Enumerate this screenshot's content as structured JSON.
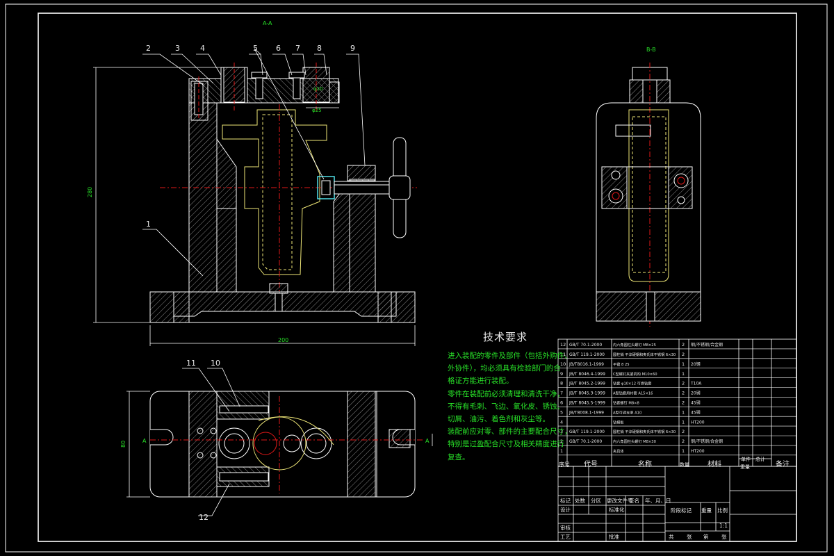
{
  "drawing": {
    "section_aa": "A-A",
    "section_bb": "B-B",
    "section_a_marker": "A",
    "balloons_top": [
      "2",
      "3",
      "4",
      "5",
      "6",
      "7",
      "8",
      "9"
    ],
    "balloon_1": "1",
    "balloons_plan": [
      "11",
      "10",
      "12"
    ],
    "dim_width": "200",
    "dim_height": "280",
    "dim_plan": "80",
    "dim_small_1": "φ10",
    "dim_small_2": "φ25"
  },
  "tech": {
    "title": "技术要求",
    "lines": [
      "进入装配的零件及部件（包括外购件、",
      "外协件），均必须具有检验部门的合",
      "格证方能进行装配。",
      "零件在装配前必须清理和清洗干净，",
      "不得有毛刺、飞边、氧化皮、锈蚀、",
      "切屑、油污、着色剂和灰尘等。",
      "装配前应对零、部件的主要配合尺寸，",
      "特别是过盈配合尺寸及相关精度进行",
      "复查。"
    ]
  },
  "bom": {
    "rows": [
      {
        "no": "12",
        "code": "GB/T 70.1-2000",
        "name": "内六角圆柱头螺钉 M8×25",
        "qty": "2",
        "mat": "钢/不锈钢/合金钢"
      },
      {
        "no": "11",
        "code": "GB/T 119.1-2000",
        "name": "圆柱销 不淬硬钢和奥氏体不锈钢 6×30",
        "qty": "2",
        "mat": ""
      },
      {
        "no": "10",
        "code": "JB/T8016.1-1999",
        "name": "平键 8 25",
        "qty": "1",
        "mat": "20钢"
      },
      {
        "no": "9",
        "code": "JB/T 8046.4-1999",
        "name": "C型螺钉夹紧机构 M10×60",
        "qty": "1",
        "mat": ""
      },
      {
        "no": "8",
        "code": "JB/T 8045.2-1999",
        "name": "钻套 φ10×12 可换钻套",
        "qty": "2",
        "mat": "T10A"
      },
      {
        "no": "7",
        "code": "JB/T 8045.3-1999",
        "name": "A型钻套用衬套 A15×16",
        "qty": "2",
        "mat": "20钢"
      },
      {
        "no": "6",
        "code": "JB/T 8045.5-1999",
        "name": "钻套螺钉 M8×8",
        "qty": "2",
        "mat": "45钢"
      },
      {
        "no": "5",
        "code": "JB/T8008.1-1999",
        "name": "A型可调支承 A10",
        "qty": "1",
        "mat": "45钢"
      },
      {
        "no": "4",
        "code": "",
        "name": "钻模板",
        "qty": "1",
        "mat": "HT200"
      },
      {
        "no": "3",
        "code": "GB/T 119.1-2000",
        "name": "圆柱销 不淬硬钢和奥氏体不锈钢 6×30",
        "qty": "2",
        "mat": ""
      },
      {
        "no": "2",
        "code": "GB/T 70.1-2000",
        "name": "内六角圆柱头螺钉 M8×30",
        "qty": "2",
        "mat": "钢/不锈钢/合金钢"
      },
      {
        "no": "1",
        "code": "",
        "name": "夹具体",
        "qty": "1",
        "mat": "HT200"
      }
    ],
    "header": {
      "no": "序号",
      "code": "代号",
      "name": "名称",
      "qty": "数量",
      "mat": "材料",
      "unit": "单件",
      "total": "总计",
      "weight": "重量",
      "remark": "备注"
    }
  },
  "title_block": {
    "r1": [
      "标记",
      "处数",
      "分区",
      "更改文件号",
      "签名",
      "年、月、日"
    ],
    "design": "设计",
    "std": "标准化",
    "stage": "阶段标记",
    "mass": "重量",
    "scale_label": "比例",
    "scale": "1:1",
    "check": "审核",
    "process": "工艺",
    "approve": "批准",
    "sheets": [
      "共",
      "张",
      "第",
      "张"
    ]
  },
  "colors": {
    "outline": "#ffffff",
    "hatch": "#8c8c8c",
    "yellow": "#f0e878",
    "red": "#e01818",
    "cyan": "#50e0e8",
    "green": "#28e028",
    "text": "#e8e8e8"
  }
}
